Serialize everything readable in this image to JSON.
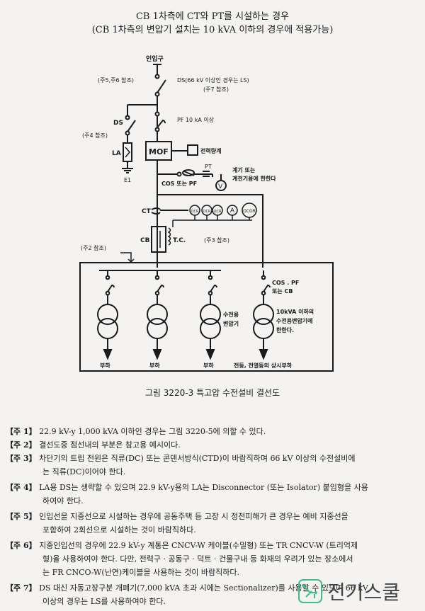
{
  "title": "CB 1차측에 CT와 PT를 시설하는 경우",
  "subtitle": "(CB 1차측의 변압기 설치는 10 kVA 이하의 경우에 적용가능)",
  "diagram": {
    "inlet": "인입구",
    "note56": "(주5,주6 참조)",
    "ds_main": "DS(66 kV 이상인 경우는 LS)",
    "note7": "(주7 참조)",
    "ds_la": "DS",
    "note4": "(주4 참조)",
    "pf": "PF 10 kA 이상",
    "la": "LA",
    "e1": "E1",
    "mof": "MOF",
    "meter": "전력량계",
    "pt": "PT",
    "cos": "COS 또는 PF",
    "pt_note1": "계기 또는",
    "pt_note2": "계전기용에 한한다",
    "v": "V",
    "ct": "CT",
    "relays": [
      "OCR",
      "OCR",
      "OCR",
      "A",
      "OCGR"
    ],
    "cb": "CB",
    "tc": "T.C.",
    "note3": "(주3 참조)",
    "note2": "(주2 참조)",
    "cos_pf_cb1": "COS . PF",
    "cos_pf_cb2": "또는 CB",
    "rx_tr1": "수전용",
    "rx_tr2": "변압기",
    "small_tr1": "10kVA 이하의",
    "small_tr2": "수전용변압기에",
    "small_tr3": "한한다.",
    "loads": [
      "부하",
      "부하",
      "부하",
      "전등, 전열등의 상시부하"
    ]
  },
  "caption": "그림 3220-3  특고압 수전설비 결선도",
  "notes": [
    {
      "tag": "【주 1】",
      "lines": [
        "22.9 kV-y 1,000 kVA 이하인 경우는 그림 3220-5에 의할 수 있다."
      ]
    },
    {
      "tag": "【주 2】",
      "lines": [
        "결선도중 점선내의 부분은 참고용 예시이다."
      ]
    },
    {
      "tag": "【주 3】",
      "lines": [
        "차단기의 트립 전원은 직류(DC) 또는 콘덴서방식(CTD)이 바람직하며 66 kV 이상의 수전설비에",
        "는 직류(DC)이어야 한다."
      ]
    },
    {
      "tag": "【주 4】",
      "lines": [
        "LA용 DS는 생략할 수 있으며 22.9 kV-y용의 LA는 Disconnector (또는 Isolator) 붙임형을 사용",
        "하여야 한다."
      ]
    },
    {
      "tag": "【주 5】",
      "lines": [
        "인입선을 지중선으로 시설하는 경우에 공동주택 등 고장 시 정전피해가 큰 경우는 예비 지중선을",
        "포함하여 2회선으로 시설하는 것이 바람직하다."
      ]
    },
    {
      "tag": "【주 6】",
      "lines": [
        "지중인입선의 경우에 22.9 kV-y 계통은 CNCV-W 케이블(수밀형) 또는 TR CNCV-W (트리억제",
        "형)을 사용하여야 한다. 다만, 전력구 · 공동구 · 덕트 · 건물구내 등 화재의 우려가 있는 장소에서",
        "는 FR CNCO-W(난연)케이블을 사용하는 것이 바람직하다."
      ]
    },
    {
      "tag": "【주 7】",
      "lines": [
        "DS 대신 자동고장구분 개폐기(7,000 kVA 초과 시에는 Sectionalizer)를 사용할 수 있으며 66 kV",
        "이상의 경우는 LS를 사용하여야 한다."
      ]
    }
  ],
  "logo": "전기스쿨",
  "colors": {
    "logo": "#3dbf8a"
  }
}
